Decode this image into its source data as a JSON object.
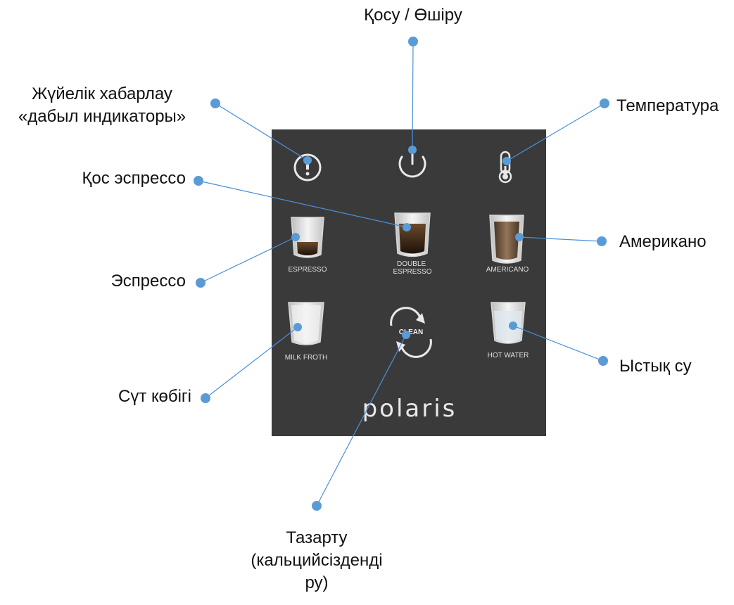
{
  "panel": {
    "background": "#3a3a3a",
    "brand": "polaris",
    "icon_color": "#e8e8e8",
    "buttons": [
      {
        "name": "alarm-indicator-icon",
        "label": ""
      },
      {
        "name": "power-button-icon",
        "label": ""
      },
      {
        "name": "temperature-icon",
        "label": ""
      },
      {
        "name": "espresso-button",
        "label": "ESPRESSO"
      },
      {
        "name": "double-espresso-button",
        "label": "DOUBLE ESPRESSO"
      },
      {
        "name": "americano-button",
        "label": "AMERICANO"
      },
      {
        "name": "milk-froth-button",
        "label": "MILK FROTH"
      },
      {
        "name": "clean-button",
        "label": "CLEAN"
      },
      {
        "name": "hot-water-button",
        "label": "HOT WATER"
      }
    ]
  },
  "callouts": {
    "power": "Қосу / Өшіру",
    "alarm_line1": "Жүйелік хабарлау",
    "alarm_line2": "«дабыл индикаторы»",
    "temperature": "Температура",
    "double_espresso": "Қос эспрессо",
    "americano": "Американо",
    "espresso": "Эспрессо",
    "hot_water": "Ыстық су",
    "milk_froth": "Сүт көбігі",
    "clean_line1": "Тазарту",
    "clean_line2": "(кальцийсіздендi",
    "clean_line3": "ру)"
  },
  "colors": {
    "leader_line": "#4a90d9",
    "dot": "#5b9bd5"
  }
}
